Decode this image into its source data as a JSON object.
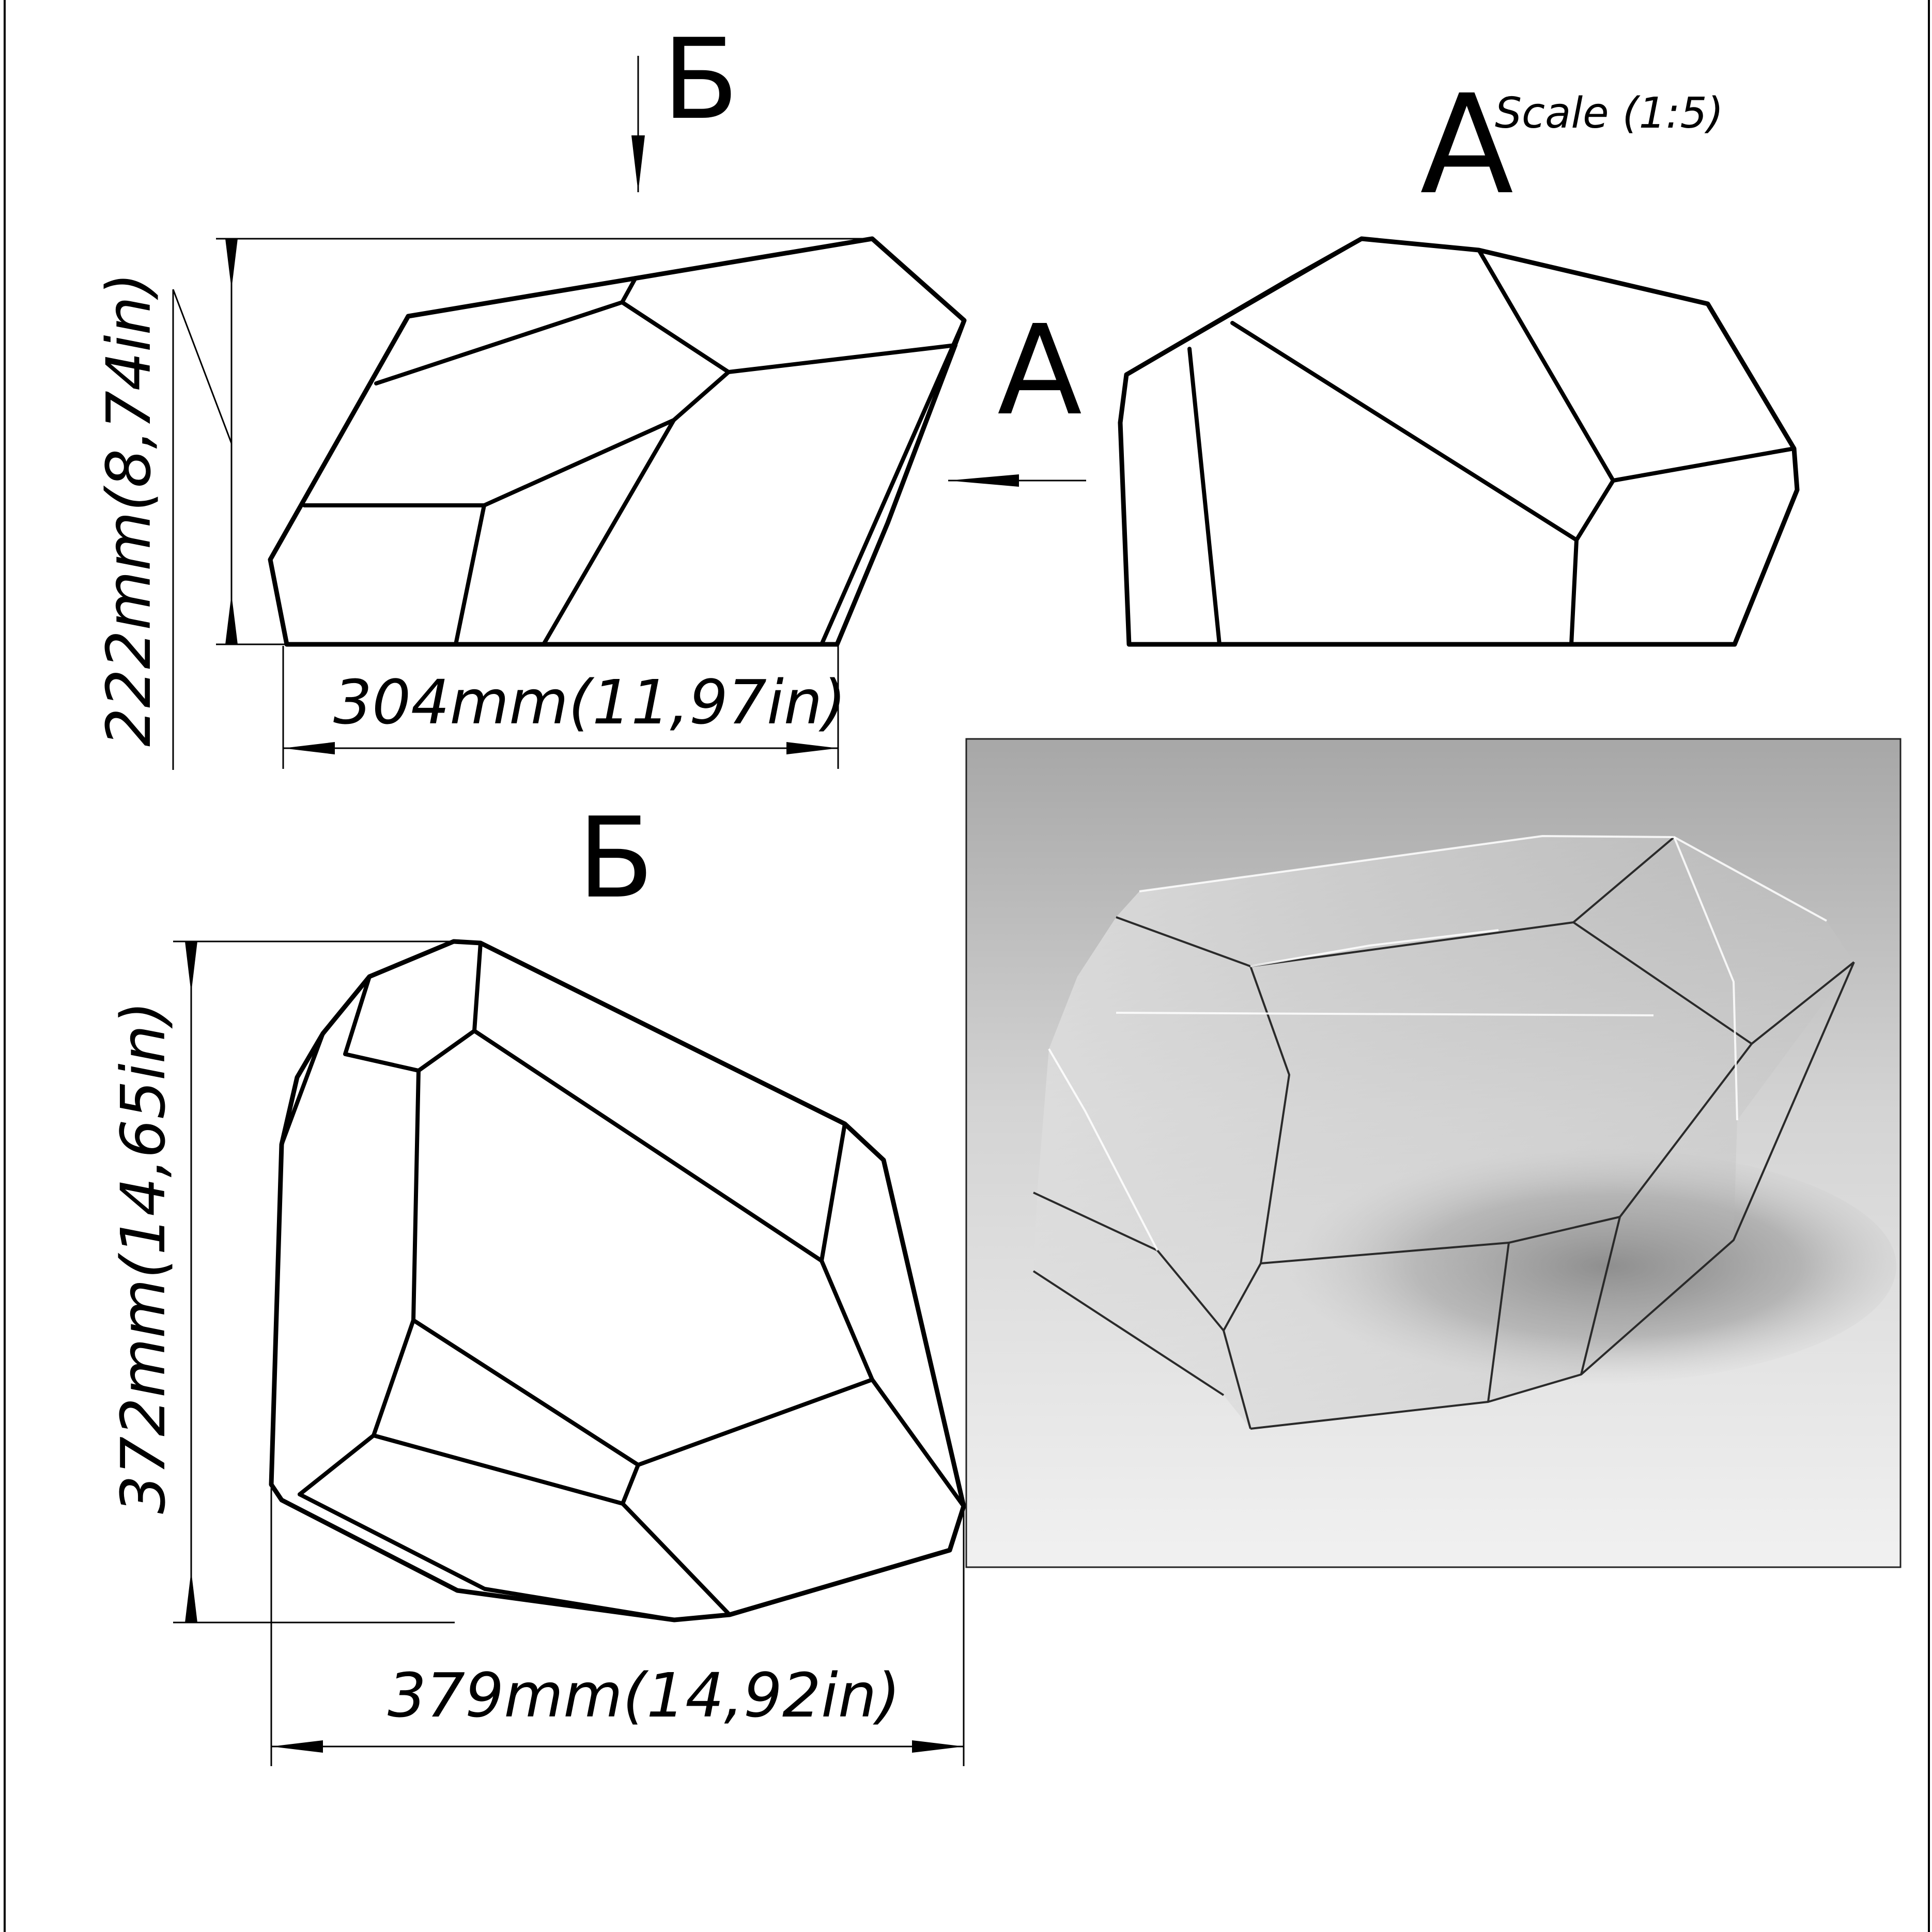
{
  "labels": {
    "view_a_top": "А",
    "view_b_top": "Б",
    "view_a_arrow": "А",
    "view_b_title": "Б",
    "scale": "Scale (1:5)"
  },
  "dimensions": {
    "front_height": "222mm(8,74in)",
    "front_width": "304mm(11,97in)",
    "top_height": "372mm(14,65in)",
    "top_width": "379mm(14,92in)"
  },
  "colors": {
    "line": "#000000",
    "render_bg_top": "#a9a9a9",
    "render_bg_bottom": "#f2f2f2"
  }
}
